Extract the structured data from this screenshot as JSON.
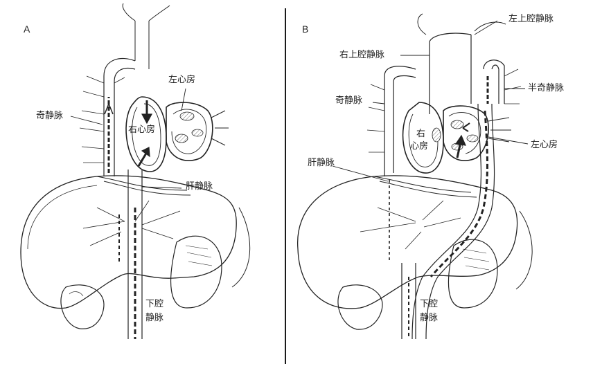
{
  "panels": [
    {
      "letter": "A",
      "labels": {
        "left_atrium": "左心房",
        "right_atrium": "右心房",
        "azygos_vein": "奇静脉",
        "hepatic_vein": "肝静脉",
        "ivc_line1": "下腔",
        "ivc_line2": "静脉"
      }
    },
    {
      "letter": "B",
      "labels": {
        "left_svc": "左上腔静脉",
        "right_svc": "右上腔静脉",
        "hemiazygos_vein": "半奇静脉",
        "azygos_vein": "奇静脉",
        "right_atrium_line1": "右",
        "right_atrium_line2": "心房",
        "left_atrium": "左心房",
        "hepatic_vein": "肝静脉",
        "ivc_line1": "下腔",
        "ivc_line2": "静脉"
      }
    }
  ],
  "colors": {
    "ink": "#222222",
    "background": "#ffffff",
    "divider": "#1a1a1a"
  }
}
